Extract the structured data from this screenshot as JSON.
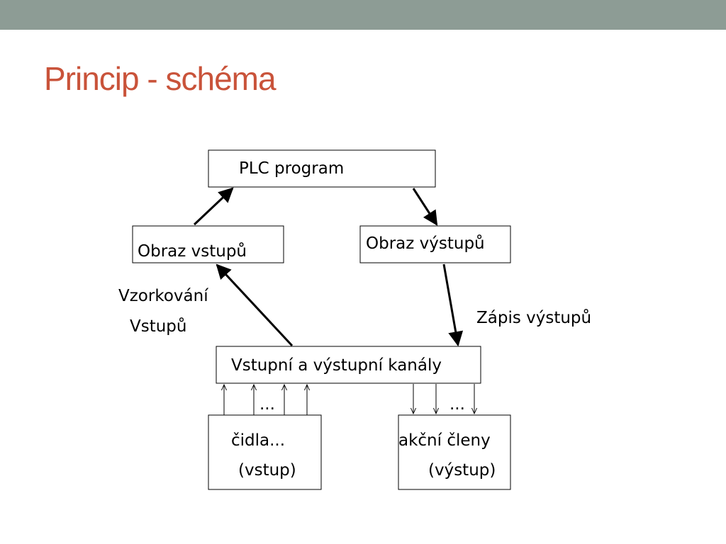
{
  "colors": {
    "top_bar": "#8d9c95",
    "title": "#c9533a",
    "lines": "#000000"
  },
  "slide": {
    "title": "Princip - schéma"
  },
  "diagram": {
    "plc_program": "PLC program",
    "input_image": "Obraz vstupů",
    "output_image": "Obraz výstupů",
    "sampling_line1": "Vzorkování",
    "sampling_line2": "Vstupů",
    "output_write": "Zápis výstupů",
    "io_channels": "Vstupní a výstupní kanály",
    "sensors_ellipsis": "...",
    "actuators_ellipsis": "...",
    "sensors_line1": "čidla...",
    "sensors_line2": "(vstup)",
    "actuators_line1": "akční členy",
    "actuators_line2": "(výstup)"
  }
}
